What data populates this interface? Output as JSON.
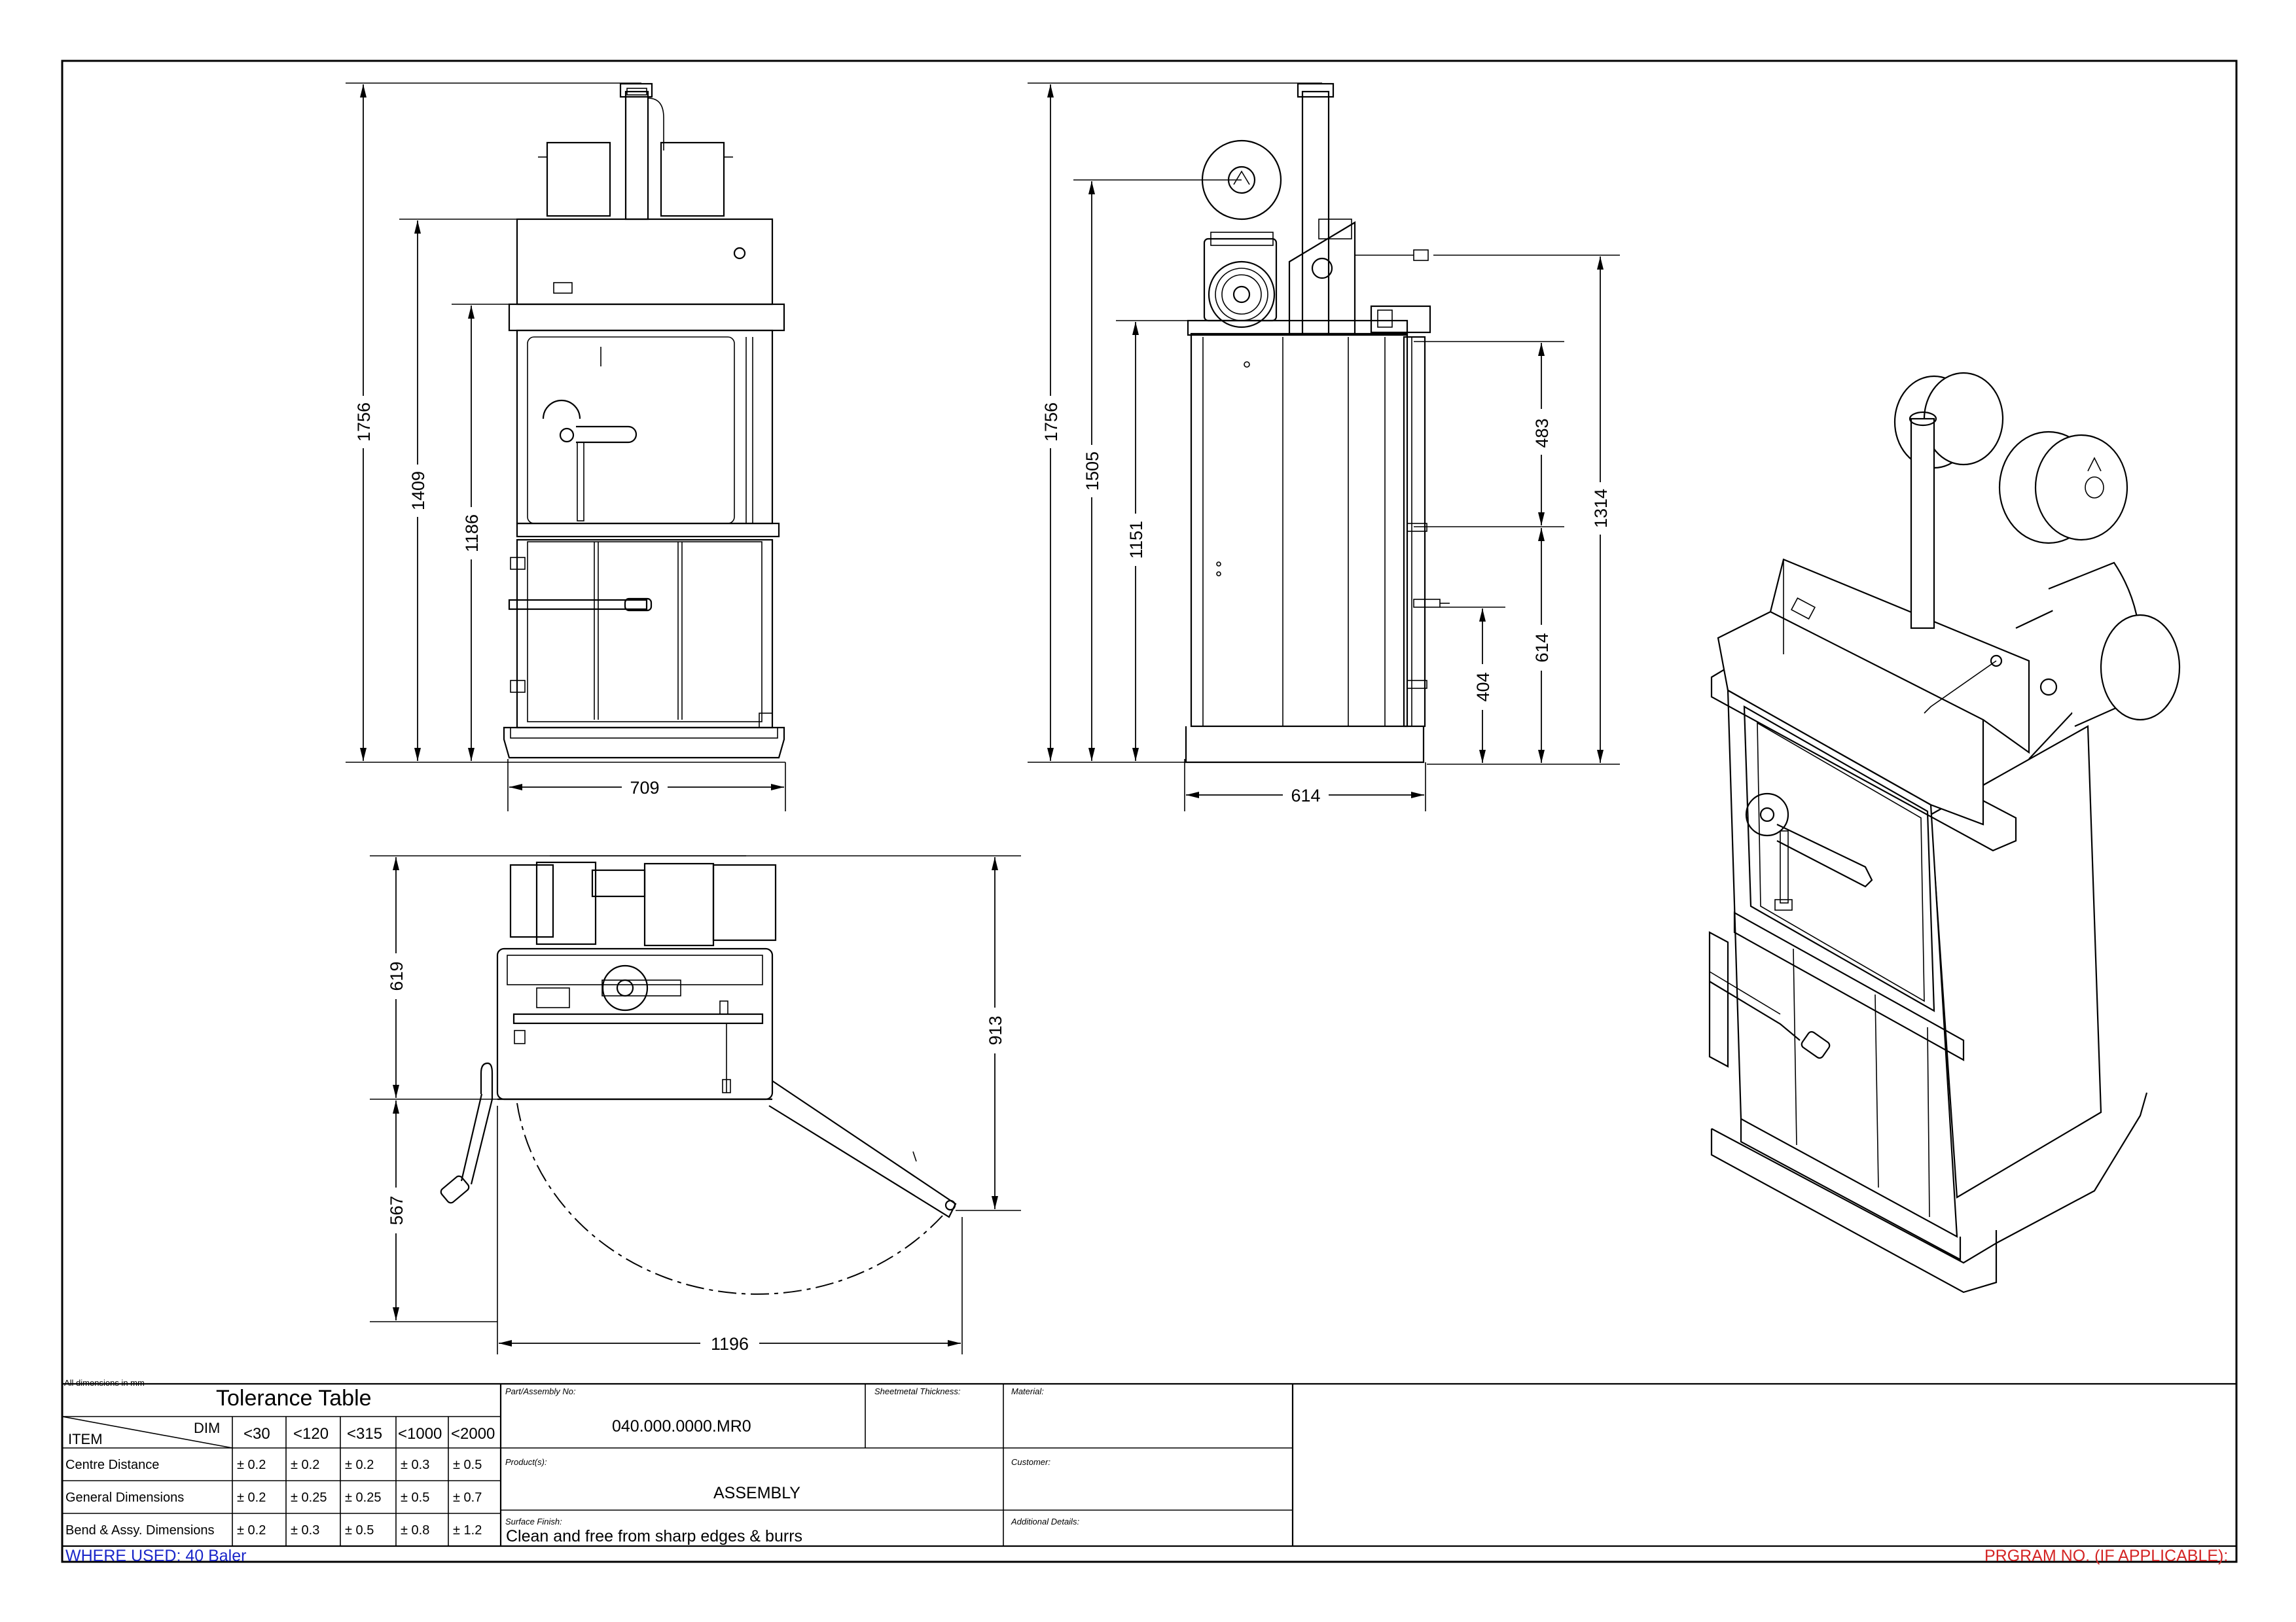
{
  "views": {
    "front": {
      "height_total": "1756",
      "height_body": "1409",
      "height_door": "1186",
      "width": "709"
    },
    "side": {
      "height_total": "1756",
      "height_reel": "1505",
      "height_body": "1151",
      "width": "614",
      "right_upper": "483",
      "right_lower": "614",
      "right_overall": "1314",
      "right_handle": "404"
    },
    "top": {
      "depth_back": "619",
      "depth_door": "567",
      "depth_total": "913",
      "width_open": "1196"
    }
  },
  "title_block": {
    "units_note": "All dimensions in mm",
    "tolerance_title": "Tolerance Table",
    "dim_label": "DIM",
    "item_label": "ITEM",
    "columns": [
      "<30",
      "<120",
      "<315",
      "<1000",
      "<2000"
    ],
    "rows": [
      {
        "label": "Centre Distance",
        "values": [
          "± 0.2",
          "± 0.2",
          "± 0.2",
          "± 0.3",
          "± 0.5"
        ]
      },
      {
        "label": "General Dimensions",
        "values": [
          "± 0.2",
          "± 0.25",
          "± 0.25",
          "± 0.5",
          "± 0.7"
        ]
      },
      {
        "label": "Bend & Assy. Dimensions",
        "values": [
          "± 0.2",
          "± 0.3",
          "± 0.5",
          "± 0.8",
          "± 1.2"
        ]
      }
    ],
    "part_no_label": "Part/Assembly No:",
    "part_no": "040.000.0000.MR0",
    "sheet_thickness_label": "Sheetmetal Thickness:",
    "material_label": "Material:",
    "products_label": "Product(s):",
    "product": "ASSEMBLY",
    "customer_label": "Customer:",
    "surface_label": "Surface Finish:",
    "surface": "Clean and free from sharp edges & burrs",
    "additional_label": "Additional Details:",
    "where_used": "WHERE USED: 40 Baler",
    "program_no": "PRGRAM NO. (IF APPLICABLE):"
  }
}
